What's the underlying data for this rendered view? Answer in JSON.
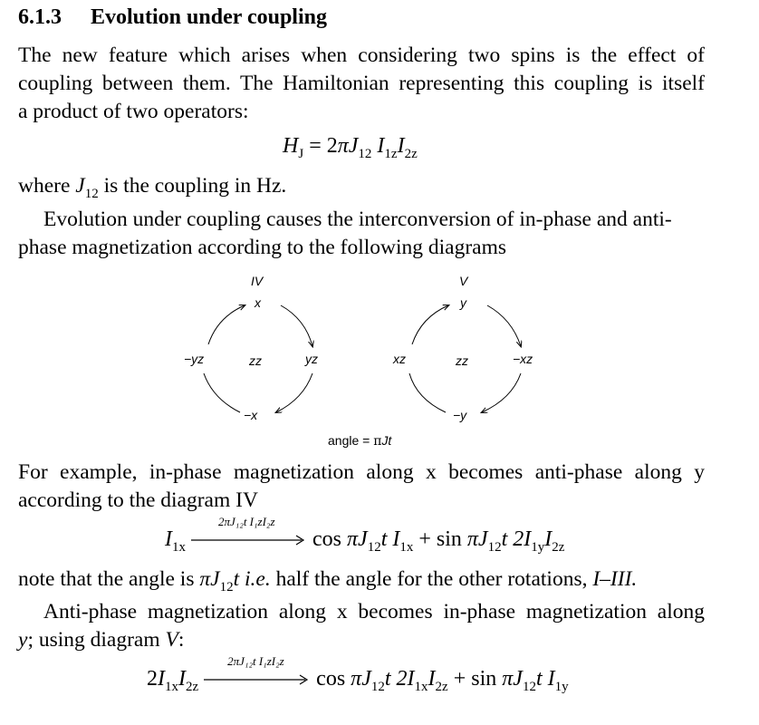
{
  "section": {
    "number": "6.1.3",
    "title": "Evolution under coupling"
  },
  "para1": {
    "line1": "The new feature which arises when considering two spins is the effect of",
    "line2": "coupling between them. The Hamiltonian representing this coupling is itself",
    "line3": "a product of two operators:"
  },
  "eq1": {
    "H": "H",
    "Hsub": "J",
    "eq": "= 2",
    "pi": "π",
    "J": "J",
    "Jsub": "12",
    "I1": "I",
    "I1sub": "1z",
    "I2": "I",
    "I2sub": "2z"
  },
  "where": {
    "pre": "where ",
    "J": "J",
    "Jsub": "12",
    "post": " is the coupling in Hz."
  },
  "para2": {
    "line1": "Evolution under coupling causes the interconversion of in-phase and anti-",
    "line2": "phase magnetization according to the following diagrams"
  },
  "diagram_iv": {
    "label": "IV",
    "top": "x",
    "left": "−yz",
    "center": "zz",
    "right": "yz",
    "bottom": "−x"
  },
  "diagram_v": {
    "label": "V",
    "top": "y",
    "left": "xz",
    "center": "zz",
    "right": "−xz",
    "bottom": "−y"
  },
  "angle_caption": {
    "text": "angle = ",
    "pi": "π",
    "rest": "Jt"
  },
  "para3": {
    "line1": "For example, in-phase magnetization along x becomes anti-phase along y",
    "line2": "according to the diagram IV"
  },
  "eq2": {
    "lhs": "I",
    "lhs_sub": "1x",
    "arrow_label": "2πJ₁₂t I₁zI₂z",
    "cos": "cos ",
    "piJ": "πJ",
    "sub12": "12",
    "t": "t",
    "I1x": "I",
    "I1x_sub": "1x",
    "plus": " + sin ",
    "piJ2": "πJ",
    "sub12b": "12",
    "t2": "t 2",
    "I1y": "I",
    "I1y_sub": "1y",
    "I2z": "I",
    "I2z_sub": "2z"
  },
  "note": {
    "pre": "note that the angle is ",
    "piJ": "πJ",
    "sub": "12",
    "post_t": "t",
    "ie": " i.e.",
    "mid": " half the angle for the other rotations, ",
    "range": "I–III."
  },
  "para4": {
    "line1": "Anti-phase magnetization along x becomes in-phase magnetization along",
    "line2_a": "y",
    "line2_b": "; using diagram ",
    "line2_c": "V",
    "line2_d": ":"
  },
  "eq3": {
    "coef": "2",
    "I1": "I",
    "I1sub": "1x",
    "I2": "I",
    "I2sub": "2z",
    "arrow_label": "2πJ₁₂t I₁zI₂z",
    "cos": "cos ",
    "piJ": "πJ",
    "sub12": "12",
    "t": "t 2",
    "I1x": "I",
    "I1x_sub": "1x",
    "I2z": "I",
    "I2z_sub": "2z",
    "plus": " + sin ",
    "piJ2": "πJ",
    "sub12b": "12",
    "t2": "t ",
    "I1y": "I",
    "I1y_sub": "1y"
  }
}
